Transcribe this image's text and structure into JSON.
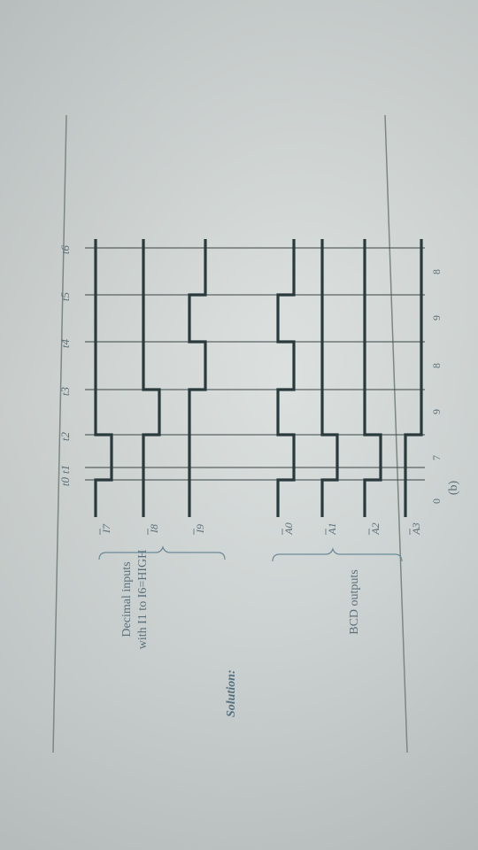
{
  "figure_caption": "(b)",
  "solution_label": "Solution:",
  "group_labels": {
    "decimal_line1": "Decimal inputs",
    "decimal_line2": "with I1 to I6=HIGH",
    "bcd": "BCD outputs"
  },
  "time_labels": [
    "t0",
    "t1",
    "t2",
    "t3",
    "t4",
    "t5",
    "t6"
  ],
  "input_signals": [
    {
      "name": "I7",
      "levels": [
        "H",
        "L",
        "H",
        "H",
        "H",
        "H"
      ]
    },
    {
      "name": "I8",
      "levels": [
        "H",
        "H",
        "L",
        "H",
        "H",
        "H"
      ]
    },
    {
      "name": "I9",
      "levels": [
        "H",
        "H",
        "H",
        "L",
        "H",
        "L"
      ]
    }
  ],
  "output_signals": [
    {
      "name": "A0",
      "levels": [
        "H",
        "L",
        "H",
        "L",
        "H",
        "L"
      ]
    },
    {
      "name": "A1",
      "levels": [
        "H",
        "L",
        "H",
        "H",
        "H",
        "H"
      ]
    },
    {
      "name": "A2",
      "levels": [
        "H",
        "L",
        "H",
        "H",
        "H",
        "H"
      ]
    },
    {
      "name": "A3",
      "levels": [
        "H",
        "H",
        "L",
        "L",
        "L",
        "L"
      ]
    }
  ],
  "decimal_values": [
    "0",
    "7",
    "9",
    "8",
    "9",
    "8"
  ],
  "colors": {
    "signal": "#2a3a3c",
    "grid": "#3a4446",
    "label": "#5b6f78",
    "axis_line": "#7a8480"
  }
}
